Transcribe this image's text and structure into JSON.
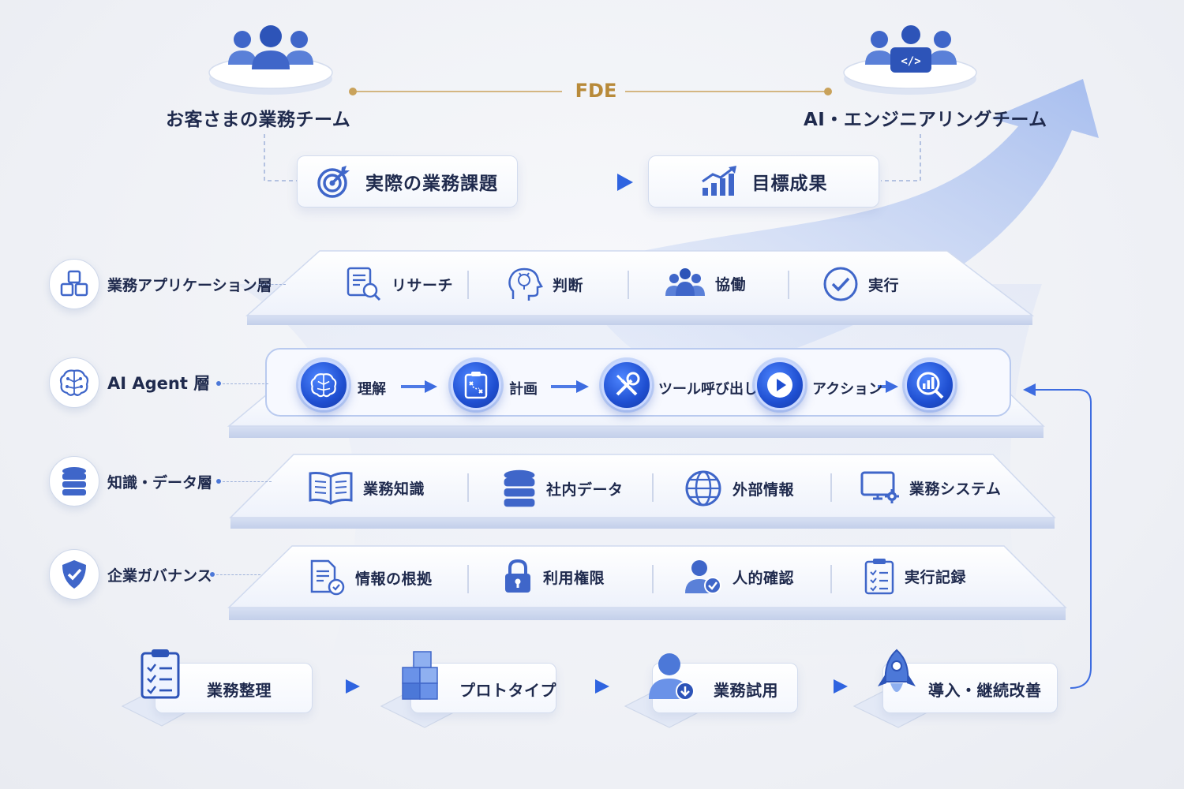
{
  "teams": {
    "customer": "お客さまの業務チーム",
    "fde": "FDE",
    "engineering": "AI・エンジニアリングチーム"
  },
  "top_flow": {
    "challenge": "実際の業務課題",
    "outcome": "目標成果"
  },
  "layers": {
    "application": {
      "label": "業務アプリケーション層",
      "items": [
        "リサーチ",
        "判断",
        "協働",
        "実行"
      ]
    },
    "agent": {
      "label": "AI Agent 層",
      "steps": [
        "理解",
        "計画",
        "ツール呼び出し",
        "アクション"
      ]
    },
    "knowledge": {
      "label": "知識・データ層",
      "items": [
        "業務知識",
        "社内データ",
        "外部情報",
        "業務システム"
      ]
    },
    "governance": {
      "label": "企業ガバナンス",
      "items": [
        "情報の根拠",
        "利用権限",
        "人的確認",
        "実行記録"
      ]
    }
  },
  "process": {
    "steps": [
      "業務整理",
      "プロトタイプ",
      "業務試用",
      "導入・継続改善"
    ]
  },
  "colors": {
    "primary": "#2a5fd8",
    "navy": "#1f2a4d",
    "gold": "#b88a3a",
    "icon": "#3f66c9"
  }
}
